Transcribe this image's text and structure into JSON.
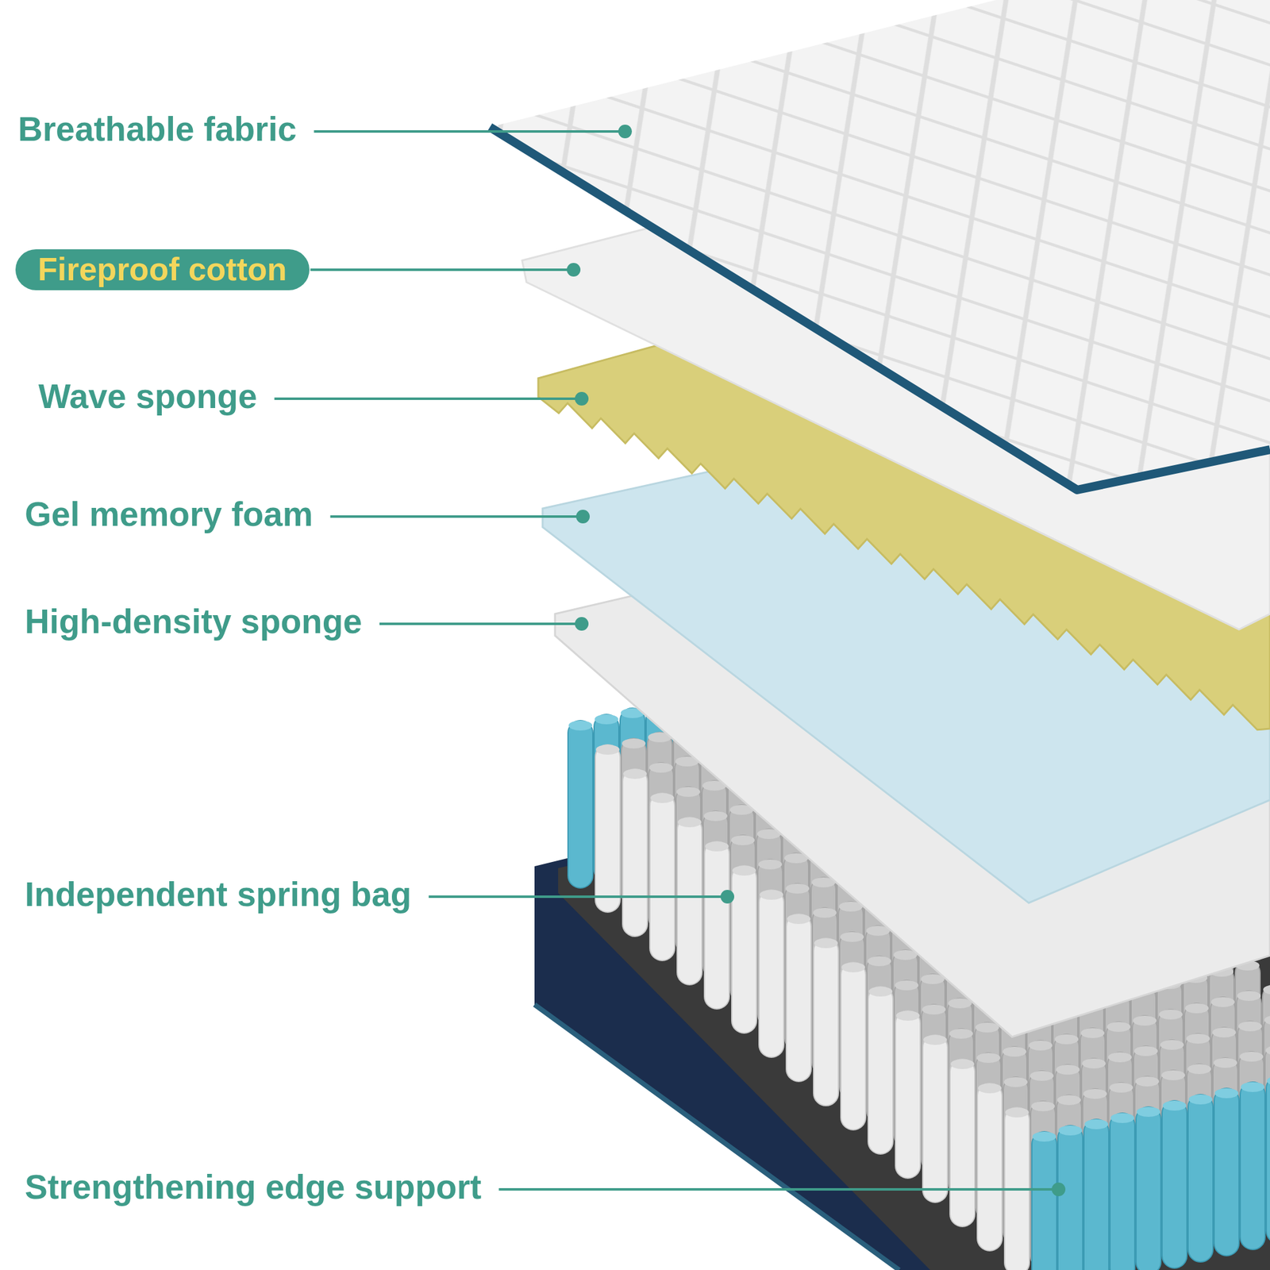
{
  "diagram": {
    "nodes": [
      {
        "text": [
          "Fireproof cotton"
        ]
      }
    ],
    "labels": [
      "Breathable fabric",
      "Wave sponge",
      "Gel memory foam",
      "High-density sponge",
      "Independent spring bag",
      "Strengthening edge support"
    ]
  }
}
